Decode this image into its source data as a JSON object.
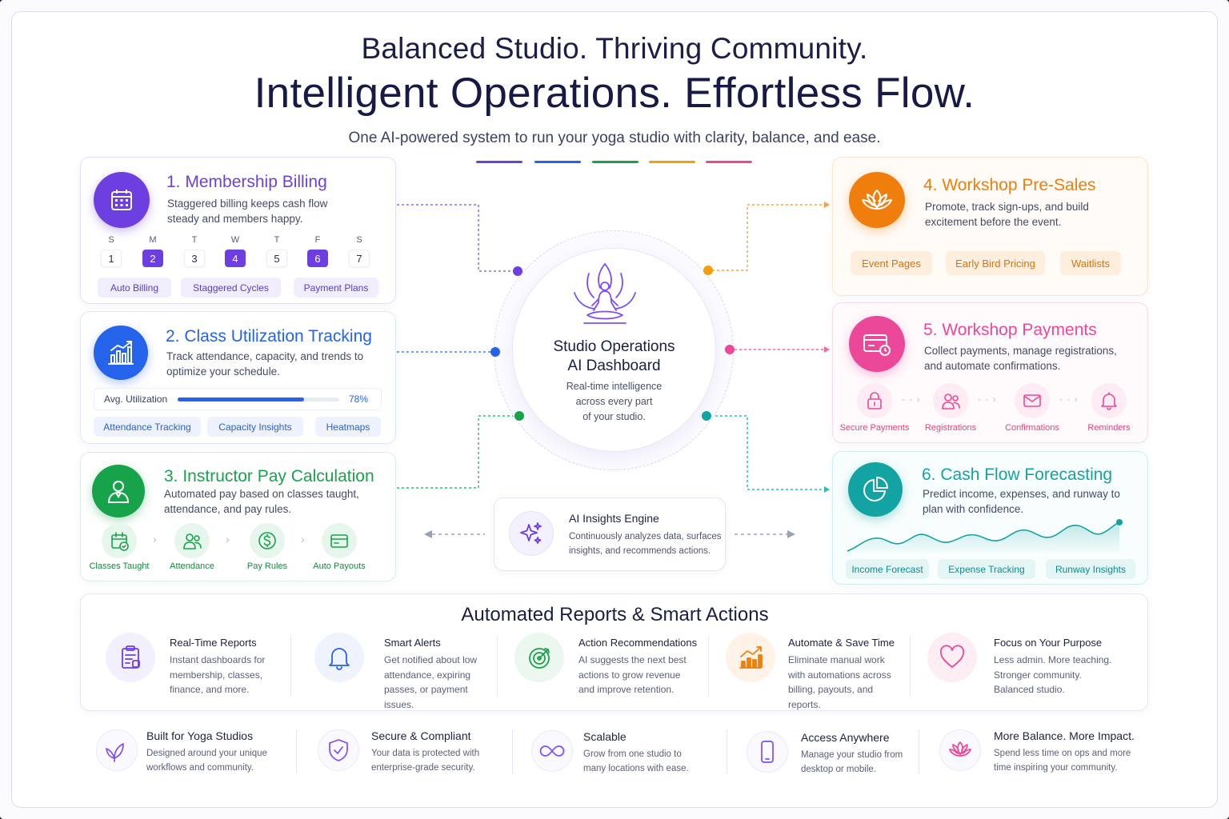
{
  "header": {
    "line1": "Balanced Studio. Thriving Community.",
    "line2": "Intelligent Operations. Effortless Flow.",
    "subtitle": "One AI-powered system to run your yoga studio with clarity, balance, and ease.",
    "accent_colors": [
      "#6d3fe0",
      "#2563eb",
      "#16a34a",
      "#f59e0b",
      "#ec4899"
    ]
  },
  "center": {
    "title_line1": "Studio Operations",
    "title_line2": "AI Dashboard",
    "desc_line1": "Real-time intelligence",
    "desc_line2": "across every part",
    "desc_line3": "of your studio.",
    "icon": "meditation-lotus-icon"
  },
  "insights": {
    "title": "AI Insights Engine",
    "desc": "Continuously analyzes data, surfaces insights, and recommends actions.",
    "icon": "sparkle-icon"
  },
  "cards": {
    "billing": {
      "title": "1. Membership Billing",
      "desc": "Staggered billing keeps cash flow steady and members happy.",
      "color": "#6d3fe0",
      "icon": "calendar-icon",
      "days": [
        "S",
        "M",
        "T",
        "W",
        "T",
        "F",
        "S"
      ],
      "dates": [
        "1",
        "2",
        "3",
        "4",
        "5",
        "6",
        "7"
      ],
      "highlighted_dates": [
        "2",
        "4",
        "6"
      ],
      "chips": [
        "Auto Billing",
        "Staggered Cycles",
        "Payment Plans"
      ]
    },
    "utilization": {
      "title": "2. Class Utilization Tracking",
      "desc": "Track attendance, capacity, and trends to optimize your schedule.",
      "color": "#2563eb",
      "icon": "bar-chart-icon",
      "metric_label": "Avg. Utilization",
      "metric_value": "78%",
      "metric_fraction": 0.78,
      "chips": [
        "Attendance Tracking",
        "Capacity Insights",
        "Heatmaps"
      ]
    },
    "instructor": {
      "title": "3. Instructor Pay Calculation",
      "desc": "Automated pay based on classes taught, attendance, and pay rules.",
      "color": "#16a34a",
      "icon": "instructor-icon",
      "steps": [
        {
          "label": "Classes Taught",
          "icon": "calendar-check-icon"
        },
        {
          "label": "Attendance",
          "icon": "people-icon"
        },
        {
          "label": "Pay Rules",
          "icon": "dollar-icon"
        },
        {
          "label": "Auto Payouts",
          "icon": "wallet-icon"
        }
      ]
    },
    "presales": {
      "title": "4. Workshop Pre-Sales",
      "desc": "Promote, track sign-ups, and build excitement before the event.",
      "color": "#f07e0c",
      "icon": "lotus-icon",
      "chips": [
        "Event Pages",
        "Early Bird Pricing",
        "Waitlists"
      ]
    },
    "payments": {
      "title": "5. Workshop Payments",
      "desc": "Collect payments, manage registrations, and automate confirmations.",
      "color": "#ec4899",
      "icon": "payment-card-icon",
      "steps": [
        {
          "label": "Secure Payments",
          "icon": "lock-icon"
        },
        {
          "label": "Registrations",
          "icon": "people-icon"
        },
        {
          "label": "Confirmations",
          "icon": "mail-icon"
        },
        {
          "label": "Reminders",
          "icon": "bell-icon"
        }
      ]
    },
    "forecast": {
      "title": "6. Cash Flow Forecasting",
      "desc": "Predict income, expenses, and runway to plan with confidence.",
      "color": "#14a3a3",
      "icon": "pie-chart-icon",
      "chips": [
        "Income Forecast",
        "Expense Tracking",
        "Runway Insights"
      ]
    }
  },
  "reports": {
    "title": "Automated Reports & Smart Actions",
    "items": [
      {
        "title": "Real-Time Reports",
        "desc": "Instant dashboards for membership, classes, finance, and more.",
        "icon": "clipboard-icon",
        "color": "#6d3fe0"
      },
      {
        "title": "Smart Alerts",
        "desc": "Get notified about low attendance, expiring passes, or payment issues.",
        "icon": "bell-icon",
        "color": "#2563eb"
      },
      {
        "title": "Action Recommendations",
        "desc": "AI suggests the next best actions to grow revenue and improve retention.",
        "icon": "target-icon",
        "color": "#16a34a"
      },
      {
        "title": "Automate & Save Time",
        "desc": "Eliminate manual work with automations across billing, payouts, and reports.",
        "icon": "trend-up-icon",
        "color": "#f07e0c"
      },
      {
        "title": "Focus on Your Purpose",
        "desc": "Less admin. More teaching. Stronger community. Balanced studio.",
        "icon": "heart-icon",
        "color": "#ec4899"
      }
    ]
  },
  "bottom": [
    {
      "title": "Built for Yoga Studios",
      "desc": "Designed around your unique workflows and community.",
      "icon": "leaf-icon"
    },
    {
      "title": "Secure & Compliant",
      "desc": "Your data is protected with enterprise-grade security.",
      "icon": "shield-icon"
    },
    {
      "title": "Scalable",
      "desc": "Grow from one studio to many locations with ease.",
      "icon": "infinity-icon"
    },
    {
      "title": "Access Anywhere",
      "desc": "Manage your studio from desktop or mobile.",
      "icon": "phone-icon"
    },
    {
      "title": "More Balance. More Impact.",
      "desc": "Spend less time on ops and more time inspiring your community.",
      "icon": "lotus-outline-icon"
    }
  ]
}
